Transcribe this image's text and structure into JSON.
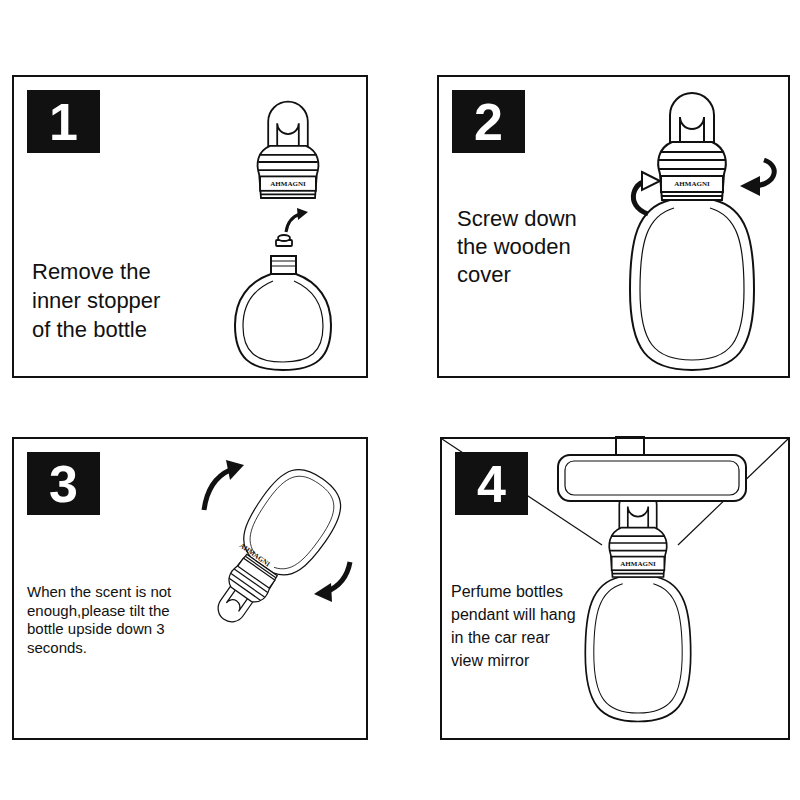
{
  "diagram": {
    "nodes": [
      {
        "text": [
          "Remove the inner stopper of the bottle"
        ]
      },
      {
        "text": [
          "1"
        ],
        "in": 0
      },
      {
        "text": [
          "Screw down the wooden cover"
        ]
      },
      {
        "text": [
          "2"
        ],
        "in": 2
      },
      {
        "text": [
          "When the scent is not enough,please tilt the bottle upside down 3 seconds."
        ]
      },
      {
        "text": [
          "3"
        ],
        "in": 4
      },
      {
        "text": [
          "Perfume bottles pendant will hang in the car rear view mirror"
        ]
      },
      {
        "text": [
          "4"
        ],
        "in": 6
      }
    ],
    "labels": [
      "AHMAGNI",
      "AHMAGNI",
      "AHMAGNI",
      "AHMAGNI"
    ]
  }
}
